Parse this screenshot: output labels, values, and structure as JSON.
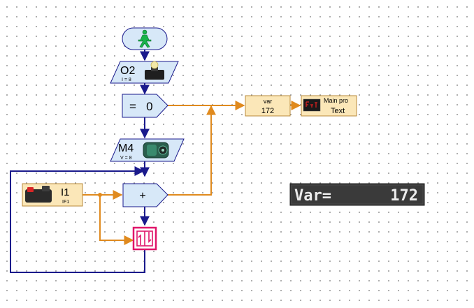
{
  "program": {
    "start": {
      "icon": "start-traffic-light-man-icon"
    },
    "output_o2": {
      "label": "O2",
      "sub": "I = 8",
      "icon": "lamp-icon"
    },
    "compare": {
      "label": "=   0"
    },
    "var_block": {
      "title": "var",
      "value": "172"
    },
    "display_block": {
      "title": "Main pro",
      "text": "Text",
      "icon": "led-display-icon"
    },
    "motor_m4": {
      "label": "M4",
      "sub": "V = 8",
      "icon": "motor-icon"
    },
    "input_i1": {
      "label": "I1",
      "sub": "IF1",
      "icon": "pushbutton-icon"
    },
    "adder": {
      "label": "+"
    },
    "counter_icon": "counter-icon",
    "lcd": {
      "label": "Var=",
      "value": "172"
    }
  },
  "colors": {
    "flow_line": "#1a1a8c",
    "data_line": "#e08a1e",
    "block_fill": "#d7e8f8",
    "data_block_fill": "#fbe7b8",
    "counter_border": "#e0156a",
    "start_fill": "#d7e8f8",
    "lcd_bg": "#3a3a3a"
  }
}
